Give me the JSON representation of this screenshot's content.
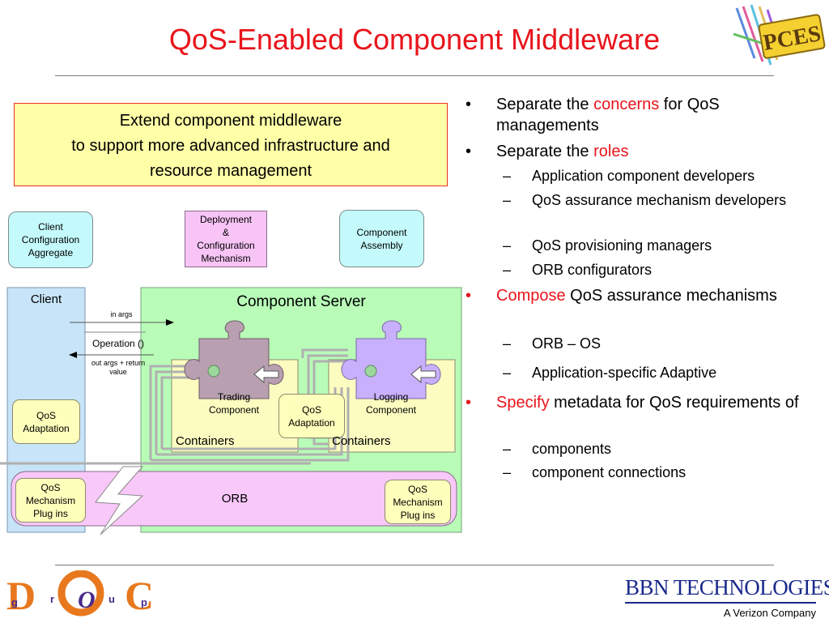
{
  "slide": {
    "title": "QoS-Enabled Component Middleware",
    "banner": [
      "Extend component middleware",
      "to support more advanced infrastructure and",
      "resource management"
    ]
  },
  "diagram": {
    "top_boxes": {
      "client_config": [
        "Client",
        "Configuration",
        "Aggregate"
      ],
      "deployment": [
        "Deployment",
        "&",
        "Configuration",
        "Mechanism"
      ],
      "component_assembly": [
        "Component",
        "Assembly"
      ]
    },
    "client_label": "Client",
    "component_server_label": "Component Server",
    "in_args": "in args",
    "operation": "Operation ()",
    "out_args": [
      "out args + return",
      "value"
    ],
    "client_qos_adaptation": [
      "QoS",
      "Adaptation"
    ],
    "server_qos_adaptation": [
      "QoS",
      "Adaptation"
    ],
    "trading_component": [
      "Trading",
      "Component"
    ],
    "logging_component": [
      "Logging",
      "Component"
    ],
    "containers_left": "Containers",
    "containers_right": "Containers",
    "orb": "ORB",
    "qos_plugins_left": [
      "QoS",
      "Mechanism",
      "Plug ins"
    ],
    "qos_plugins_right": [
      "QoS",
      "Mechanism",
      "Plug ins"
    ],
    "colors": {
      "title": "#e8141c",
      "client_panel": "#c8e4f8",
      "server_panel": "#b8fcb8",
      "orb": "#f8c8f8",
      "container": "#fcfcc0",
      "trading": "#b8a0b0",
      "logging": "#c8b0fc"
    }
  },
  "bullets": [
    {
      "level": 1,
      "marker": "•",
      "parts": [
        {
          "t": "Separate the "
        },
        {
          "t": "concerns",
          "red": true
        },
        {
          "t": " for QoS managements"
        }
      ]
    },
    {
      "level": 1,
      "marker": "•",
      "parts": [
        {
          "t": "Separate the "
        },
        {
          "t": "roles",
          "red": true
        }
      ]
    },
    {
      "level": 2,
      "marker": "–",
      "parts": [
        {
          "t": "Application component developers"
        }
      ]
    },
    {
      "level": 2,
      "marker": "–",
      "parts": [
        {
          "t": "QoS assurance mechanism developers"
        }
      ]
    },
    {
      "level": 2,
      "marker": "–",
      "parts": [
        {
          "t": "QoS provisioning managers"
        }
      ]
    },
    {
      "level": 2,
      "marker": "–",
      "parts": [
        {
          "t": "ORB configurators"
        }
      ]
    },
    {
      "level": 1,
      "marker": "•",
      "red_marker": true,
      "parts": [
        {
          "t": "Compose",
          "red": true
        },
        {
          "t": " QoS assurance mechanisms"
        }
      ]
    },
    {
      "level": 2,
      "marker": "–",
      "parts": [
        {
          "t": "ORB – OS"
        }
      ]
    },
    {
      "level": 2,
      "marker": "–",
      "parts": [
        {
          "t": "Application-specific Adaptive"
        }
      ]
    },
    {
      "level": 1,
      "marker": "•",
      "red_marker": true,
      "parts": [
        {
          "t": "Specify",
          "red": true
        },
        {
          "t": " metadata for QoS requirements of"
        }
      ]
    },
    {
      "level": 2,
      "marker": "–",
      "parts": [
        {
          "t": "components"
        }
      ]
    },
    {
      "level": 2,
      "marker": "–",
      "parts": [
        {
          "t": "component connections"
        }
      ]
    }
  ],
  "logos": {
    "pces": "PCES",
    "doc_group": [
      "D",
      "O",
      "C",
      "g",
      "r",
      "u",
      "p"
    ],
    "bbn": "BBN TECHNOLOGIES",
    "verizon": "A Verizon Company"
  }
}
